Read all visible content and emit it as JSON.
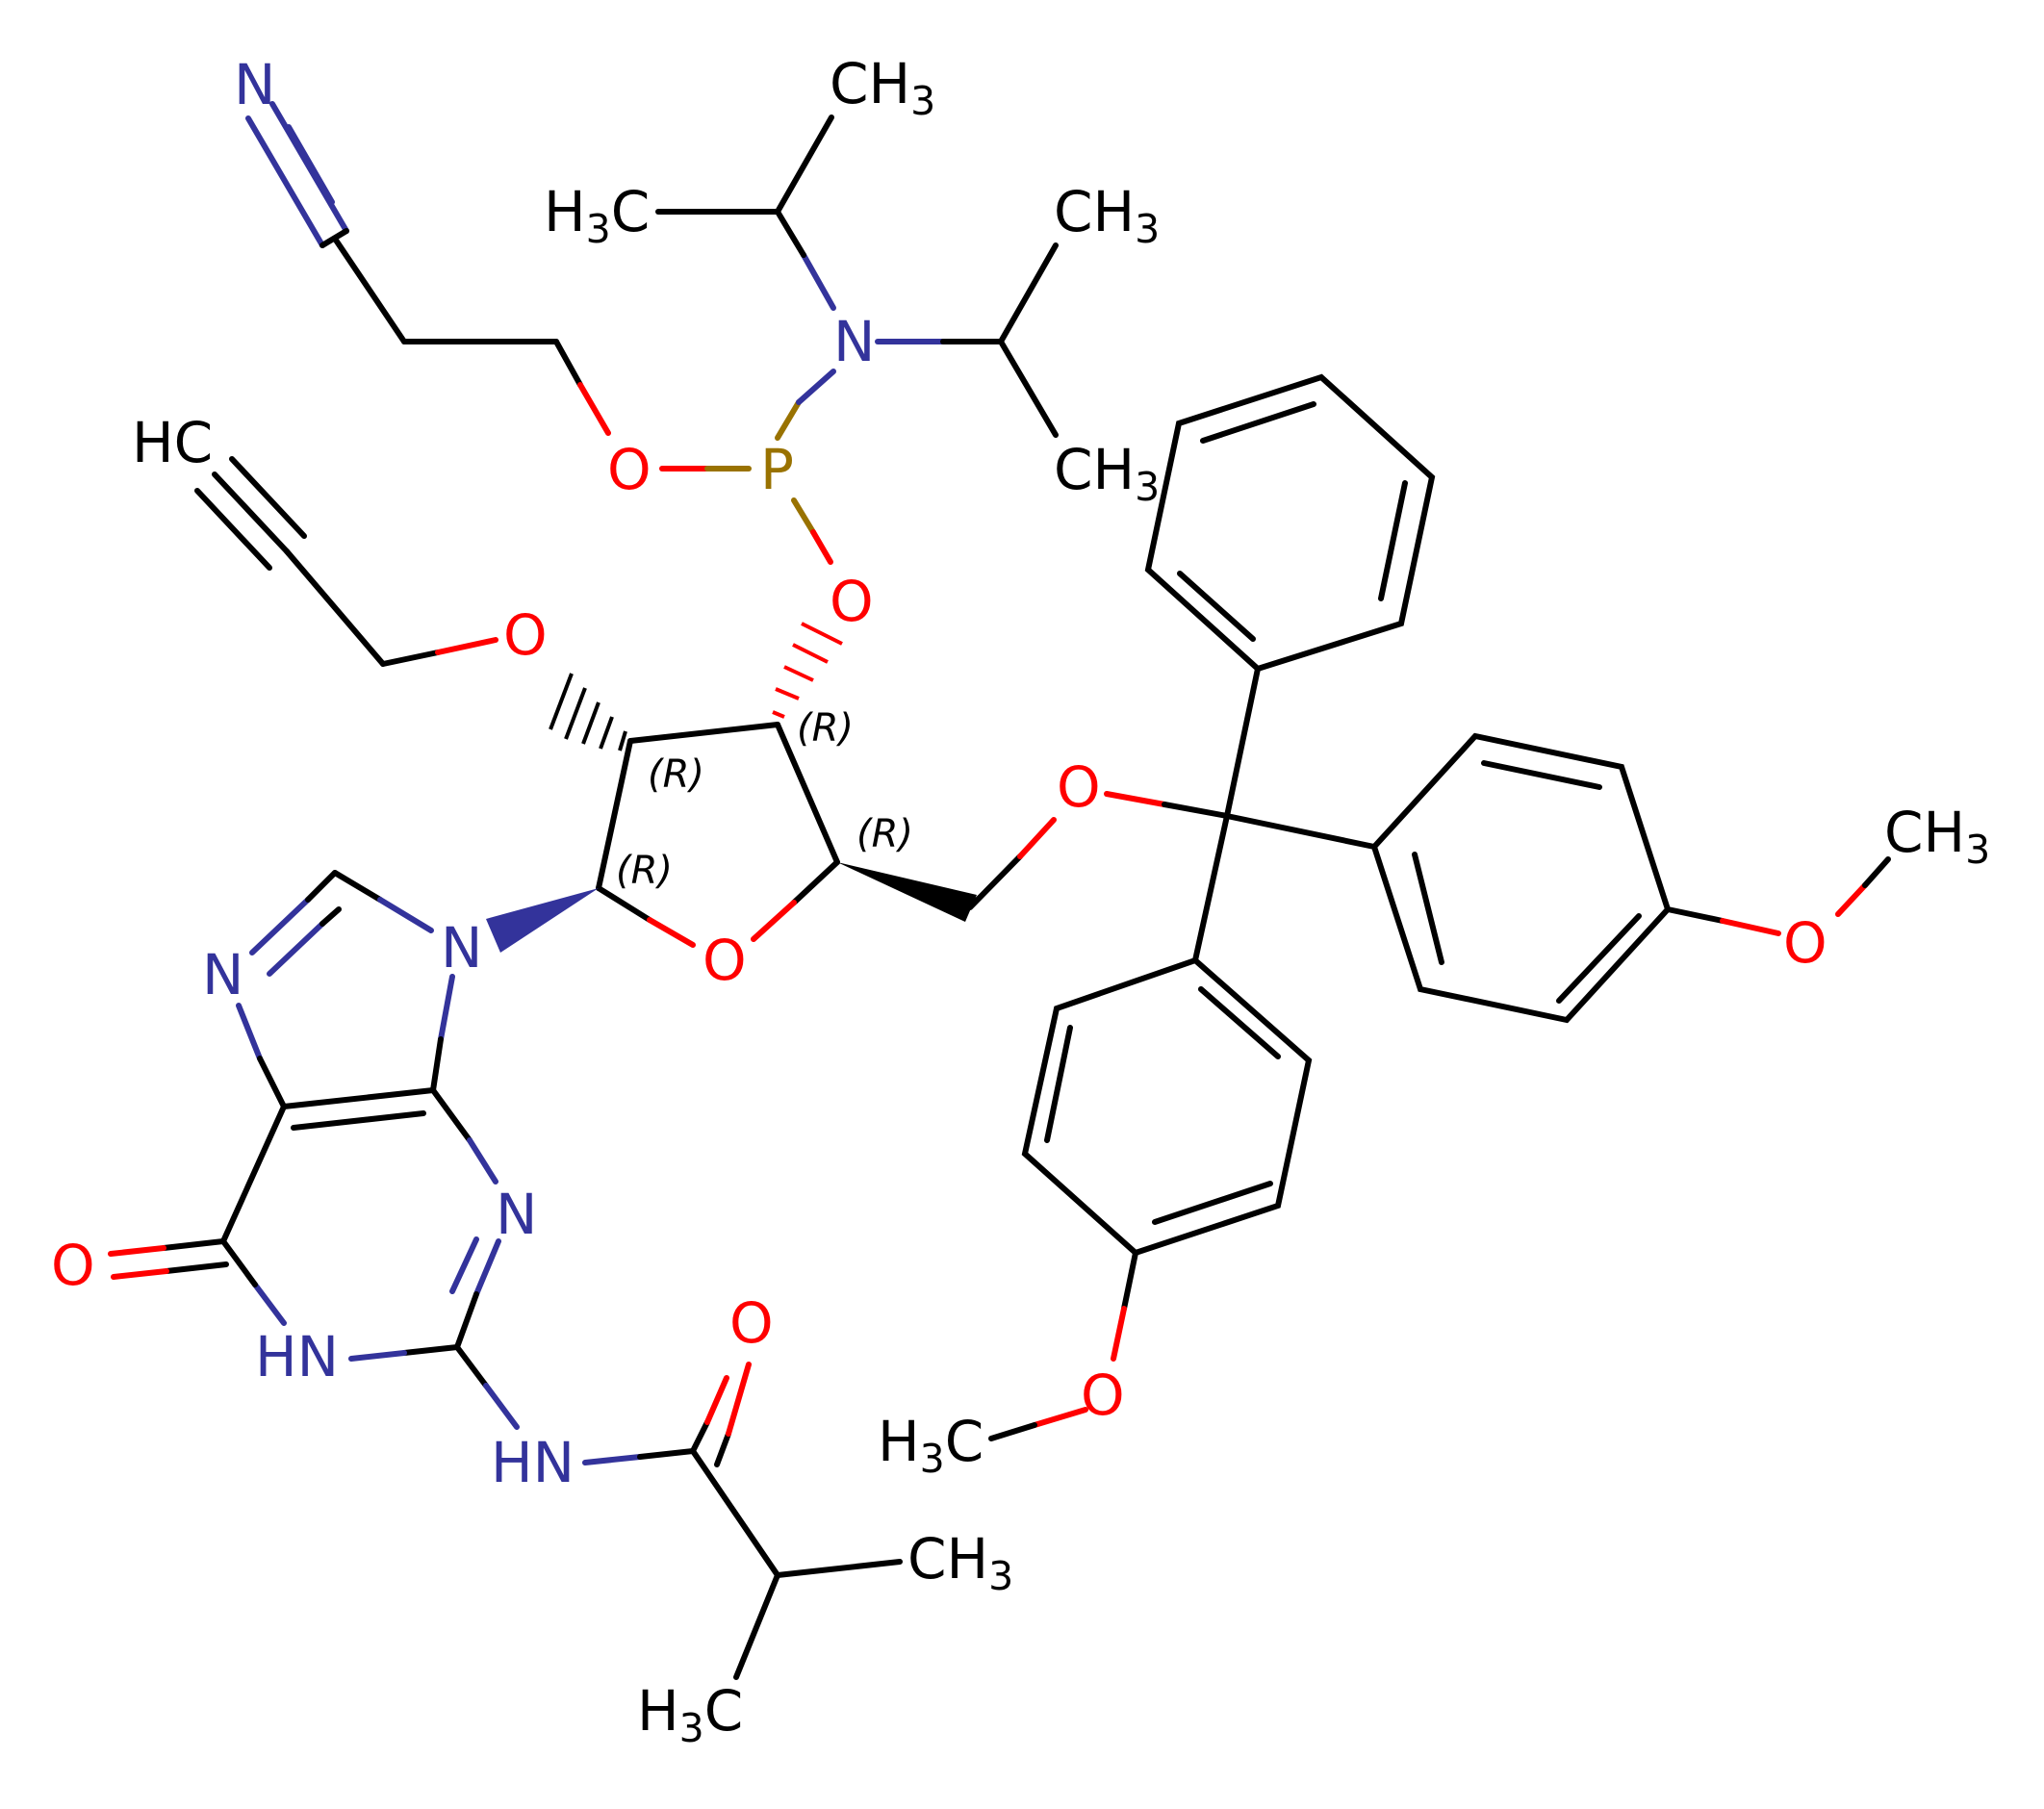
{
  "colors": {
    "carbon": "#000000",
    "nitrogen": "#33339b",
    "oxygen": "#ff0000",
    "phosphorus": "#997200"
  },
  "atoms": {
    "N_nitrile": "N",
    "CH3_top_a": "CH",
    "CH3_top_a_sub": "3",
    "H3C_left_a_pre": "H",
    "H3C_left_a_sub": "3",
    "H3C_left_a_post": "C",
    "CH3_top_b": "CH",
    "CH3_top_b_sub": "3",
    "N_amine": "N",
    "CH3_mid_b": "CH",
    "CH3_mid_b_sub": "3",
    "HC_alkyne": "HC",
    "O_cyanoethyl": "O",
    "P": "P",
    "O_phosphite": "O",
    "O_propargyl": "O",
    "O_trityl": "O",
    "CH3_methoxy_right": "CH",
    "CH3_methoxy_right_sub": "3",
    "O_methoxy_right": "O",
    "N9": "N",
    "N7": "N",
    "O_ring": "O",
    "N3": "N",
    "O_carbonyl": "O",
    "HN1": "HN",
    "HN_amide": "HN",
    "O_amide": "O",
    "O_methoxy_bottom": "O",
    "H3C_methoxy_pre": "H",
    "H3C_methoxy_sub": "3",
    "H3C_methoxy_post": "C",
    "CH3_isobutyryl": "CH",
    "CH3_isobutyryl_sub": "3",
    "H3C_isobutyryl_pre": "H",
    "H3C_isobutyryl_sub": "3",
    "H3C_isobutyryl_post": "C"
  },
  "stereo_labels": {
    "c3": "(R)",
    "c2": "(R)",
    "c4": "(R)",
    "c1": "(R)"
  }
}
